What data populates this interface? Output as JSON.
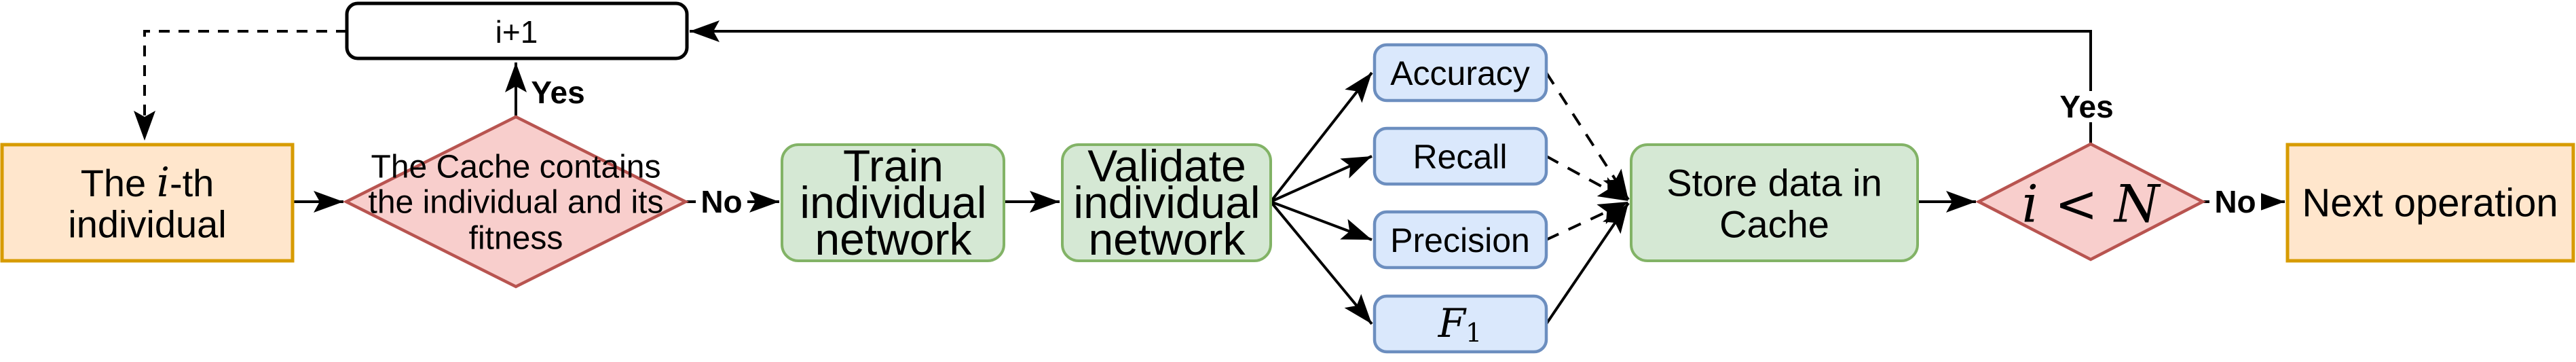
{
  "nodes": {
    "increment": {
      "label": "i+1"
    },
    "ith_individual": {
      "line1_pre": "The ",
      "line1_var": "i",
      "line1_post": "-th",
      "line2": "individual"
    },
    "cache_check": {
      "lines": [
        "The Cache contains",
        "the individual and its",
        "fitness"
      ]
    },
    "train": {
      "lines": [
        "Train",
        "individual",
        "network"
      ]
    },
    "validate": {
      "lines": [
        "Validate",
        "individual",
        "network"
      ]
    },
    "metric_accuracy": {
      "label": "Accuracy"
    },
    "metric_recall": {
      "label": "Recall"
    },
    "metric_precision": {
      "label": "Precision"
    },
    "metric_f1": {
      "base": "F",
      "sub": "1"
    },
    "store": {
      "lines": [
        "Store data in",
        "Cache"
      ]
    },
    "loop_check": {
      "label": "i < N"
    },
    "next_operation": {
      "label": "Next operation"
    }
  },
  "edge_labels": {
    "cache_yes": "Yes",
    "cache_no": "No",
    "loop_yes": "Yes",
    "loop_no": "No"
  },
  "colors": {
    "orange_fill": "#ffe6cc",
    "orange_stroke": "#d79b00",
    "red_fill": "#f8cecc",
    "red_stroke": "#b85450",
    "green_fill": "#d5e8d4",
    "green_stroke": "#82b366",
    "blue_fill": "#dae8fc",
    "blue_stroke": "#6c8ebf",
    "process_fill": "#ffffff",
    "process_stroke": "#000000",
    "edge_color": "#000000"
  }
}
